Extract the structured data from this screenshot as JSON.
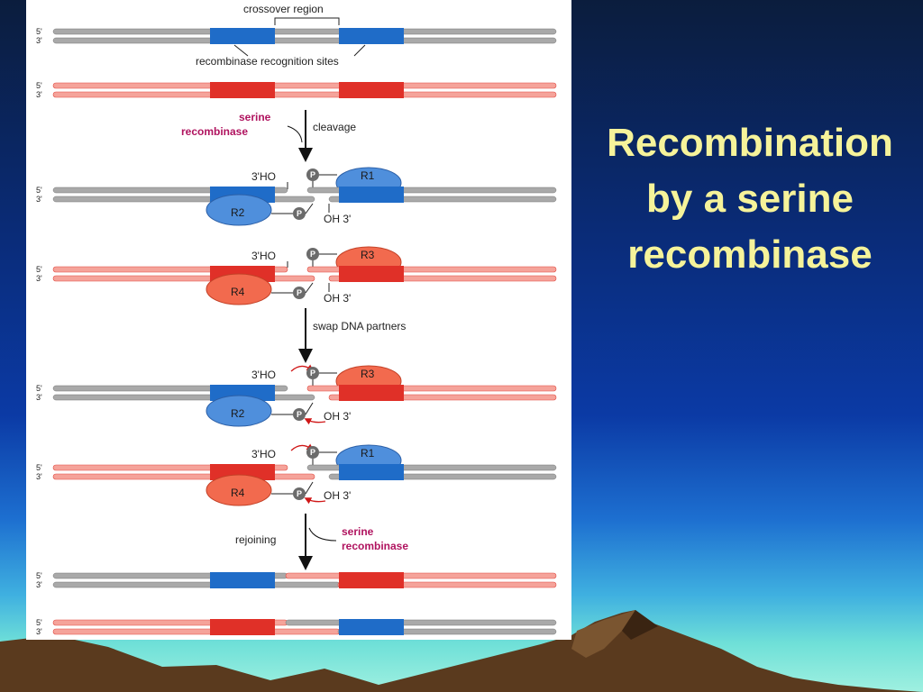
{
  "slide": {
    "title_lines": [
      "Recombination",
      "by a serine",
      "recombinase"
    ]
  },
  "figure": {
    "labels": {
      "crossover_region": "crossover region",
      "recognition_sites": "recombinase recognition sites",
      "serine": "serine",
      "recombinase": "recombinase",
      "cleavage": "cleavage",
      "swap": "swap DNA partners",
      "rejoining": "rejoining",
      "ho3": "3'HO",
      "oh3": "OH 3'",
      "five_prime": "5'",
      "three_prime": "3'",
      "phosphate": "P"
    },
    "proteins": [
      "R1",
      "R2",
      "R3",
      "R4"
    ]
  },
  "colors": {
    "grey_dna": "#a9a9a9",
    "red_dna": "#f07a70",
    "blue_site": "#1f6cc8",
    "red_site": "#e03028",
    "blue_protein": "#4f8fdc",
    "red_protein": "#f26a4e",
    "title_yellow": "#f6f39a",
    "pink_text": "#b0135f"
  }
}
